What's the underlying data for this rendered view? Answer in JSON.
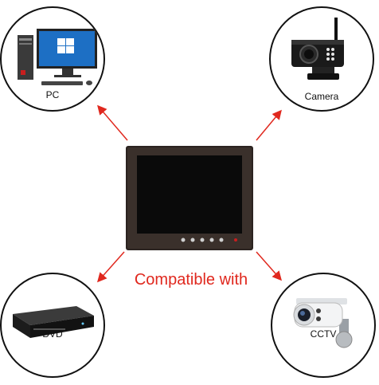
{
  "devices": {
    "pc": {
      "label": "PC",
      "icon": "desktop-computer-icon"
    },
    "camera": {
      "label": "Camera",
      "icon": "wireless-camera-icon"
    },
    "dvd": {
      "label": "DVD",
      "icon": "dvd-player-icon"
    },
    "cctv": {
      "label": "CCTV",
      "icon": "cctv-camera-icon"
    }
  },
  "center": {
    "caption": "Compatible with",
    "icon": "monitor-icon"
  },
  "colors": {
    "arrow": "#e0281e",
    "caption": "#e0281e",
    "monitor": "#2b2320",
    "screen": "#0a0a0a"
  }
}
